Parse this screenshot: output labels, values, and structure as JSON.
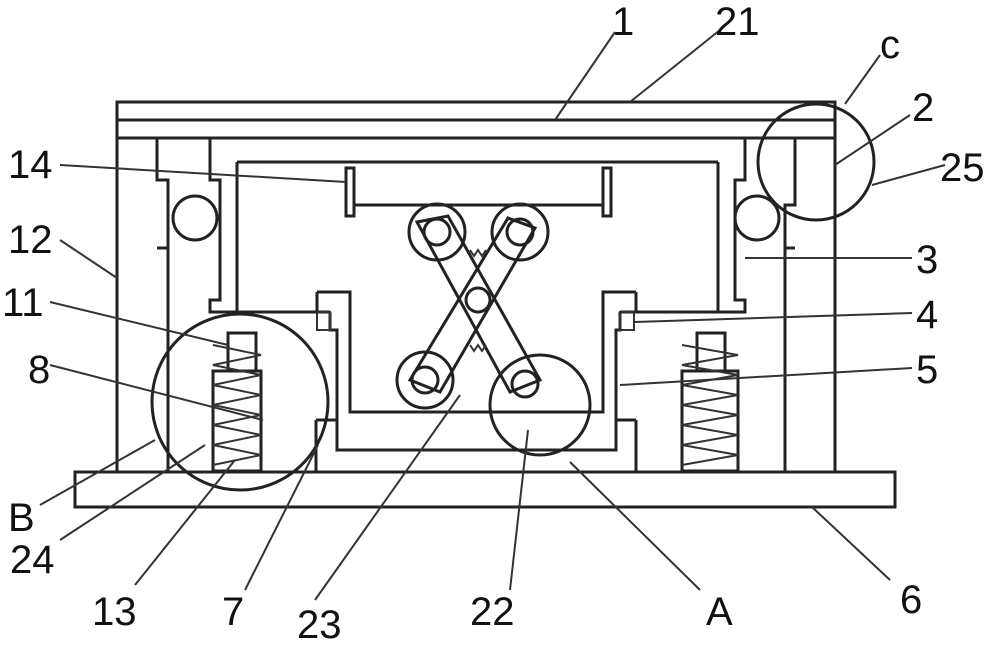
{
  "figure": {
    "style": "mechanical line drawing",
    "line_color": "#222222",
    "background": "#ffffff"
  },
  "labels": {
    "l1": "1",
    "l21": "21",
    "lc": "c",
    "l2": "2",
    "l25": "25",
    "l14": "14",
    "l12": "12",
    "l3": "3",
    "l11": "11",
    "l4": "4",
    "l8": "8",
    "l5": "5",
    "lB": "B",
    "l24": "24",
    "l13": "13",
    "l7": "7",
    "l23": "23",
    "l22": "22",
    "lA": "A",
    "l6": "6"
  }
}
